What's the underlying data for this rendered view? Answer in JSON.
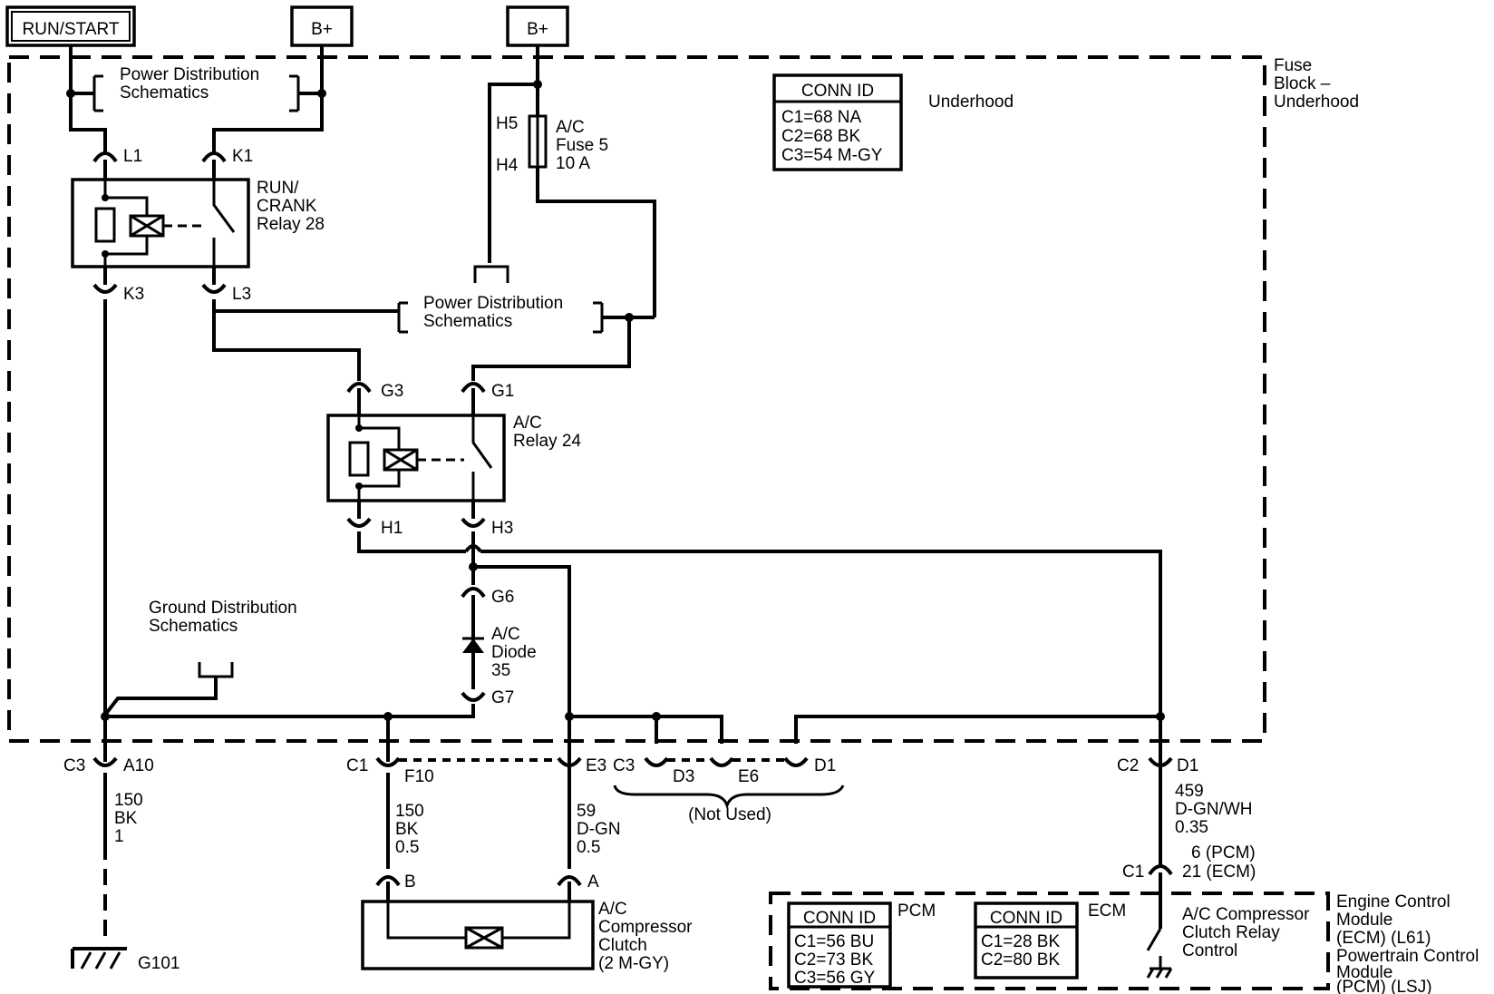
{
  "inputs": {
    "run_start": "RUN/START",
    "bplus_1": "B+",
    "bplus_2": "B+"
  },
  "fuse_block": {
    "title_line1": "Fuse",
    "title_line2": "Block –",
    "title_line3": "Underhood",
    "location": "Underhood"
  },
  "conn_id_fuse": {
    "header": "CONN ID",
    "rows": [
      "C1=68 NA",
      "C2=68 BK",
      "C3=54 M-GY"
    ]
  },
  "pd_top": {
    "line1": "Power Distribution",
    "line2": "Schematics"
  },
  "pd_mid": {
    "line1": "Power Distribution",
    "line2": "Schematics"
  },
  "ground_dist": {
    "line1": "Ground Distribution",
    "line2": "Schematics"
  },
  "fuse5": {
    "line1": "A/C",
    "line2": "Fuse 5",
    "line3": "10 A",
    "pin_top": "H5",
    "pin_bottom": "H4"
  },
  "relay28": {
    "line1": "RUN/",
    "line2": "CRANK",
    "line3": "Relay 28",
    "pins": {
      "l1": "L1",
      "k1": "K1",
      "k3": "K3",
      "l3": "L3"
    }
  },
  "relay24": {
    "line1": "A/C",
    "line2": "Relay 24",
    "pins": {
      "g3": "G3",
      "g1": "G1",
      "h1": "H1",
      "h3": "H3"
    }
  },
  "diode": {
    "line1": "A/C",
    "line2": "Diode",
    "line3": "35",
    "pin_top": "G6",
    "pin_bottom": "G7"
  },
  "connectors": {
    "c3": "C3",
    "a10": "A10",
    "c1": "C1",
    "f10": "F10",
    "e3": "E3",
    "c3b": "C3",
    "d3": "D3",
    "e6": "E6",
    "d1": "D1",
    "not_used": "(Not Used)",
    "c2": "C2",
    "d1b": "D1",
    "c1b": "C1"
  },
  "wires": {
    "w150_1": {
      "circuit": "150",
      "color": "BK",
      "size": "1"
    },
    "w150_2": {
      "circuit": "150",
      "color": "BK",
      "size": "0.5"
    },
    "w59": {
      "circuit": "59",
      "color": "D-GN",
      "size": "0.5"
    },
    "w459": {
      "circuit": "459",
      "color": "D-GN/WH",
      "size": "0.35"
    },
    "pcm_pin": "6 (PCM)",
    "ecm_pin": "21 (ECM)"
  },
  "ground": {
    "label": "G101"
  },
  "clutch": {
    "line1": "A/C",
    "line2": "Compressor",
    "line3": "Clutch",
    "line4": "(2 M-GY)",
    "pin_b": "B",
    "pin_a": "A"
  },
  "pcm_conn": {
    "tag": "PCM",
    "header": "CONN ID",
    "rows": [
      "C1=56 BU",
      "C2=73 BK",
      "C3=56 GY"
    ]
  },
  "ecm_conn": {
    "tag": "ECM",
    "header": "CONN ID",
    "rows": [
      "C1=28 BK",
      "C2=80 BK"
    ]
  },
  "clutch_relay_control": {
    "line1": "A/C Compressor",
    "line2": "Clutch Relay",
    "line3": "Control"
  },
  "module": {
    "line1": "Engine Control",
    "line2": "Module",
    "line3": "(ECM) (L61)",
    "line4": "Powertrain Control",
    "line5": "Module",
    "line6": "(PCM) (LSJ)"
  }
}
